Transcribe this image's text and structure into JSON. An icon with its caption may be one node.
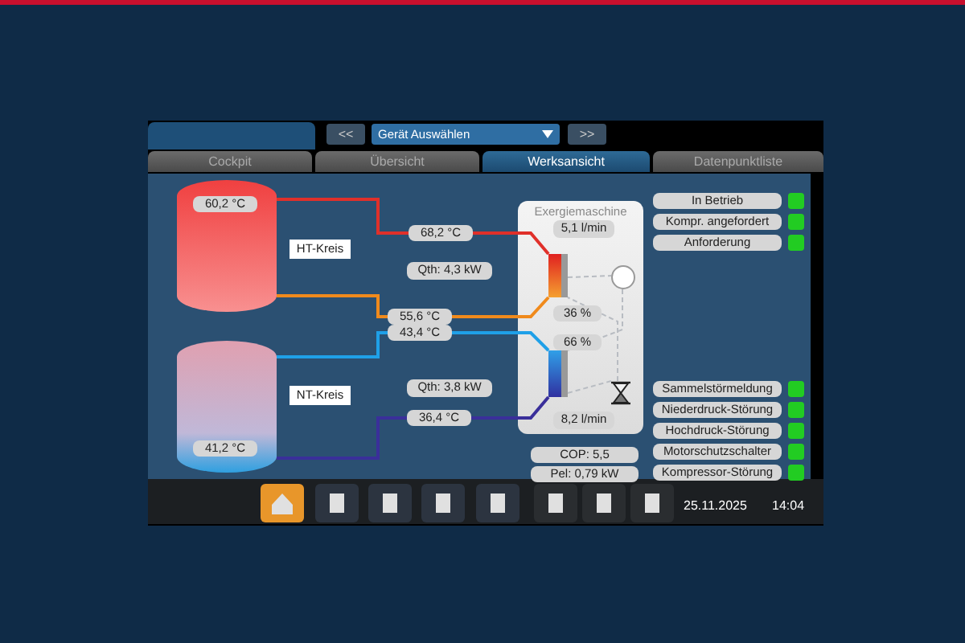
{
  "diagram": {
    "nodes": [
      {
        "text": [
          "60,2 °C"
        ]
      },
      {
        "text": [
          "41,2 °C"
        ]
      },
      {
        "text": [
          "Exergiemaschine"
        ]
      },
      {
        "text": [],
        "shape": "picture",
        "in": 2
      },
      {
        "text": [],
        "shape": "circle",
        "in": 2
      },
      {
        "text": [],
        "shape": "picture",
        "in": 2
      },
      {
        "text": [],
        "shape": "picture",
        "in": 2
      }
    ],
    "edges": [
      {
        "from": 0,
        "to": 3,
        "arrow": "none",
        "label": "68,2 °C",
        "color": "#e0302a"
      },
      {
        "from": 0,
        "to": 3,
        "arrow": "none",
        "label": "55,6 °C",
        "color": "#f08a1c"
      },
      {
        "from": 1,
        "to": 5,
        "arrow": "none",
        "label": "43,4 °C",
        "color": "#1fa0e8"
      },
      {
        "from": 1,
        "to": 5,
        "arrow": "none",
        "label": "36,4 °C",
        "color": "#3a2f9a"
      },
      {
        "from": 3,
        "to": 4,
        "arrow": "none",
        "style": "dashed",
        "color": "#b8bcc2"
      },
      {
        "from": 4,
        "to": 5,
        "arrow": "none",
        "style": "dashed",
        "color": "#b8bcc2"
      },
      {
        "from": 5,
        "to": 6,
        "arrow": "none",
        "style": "dashed",
        "color": "#b8bcc2"
      },
      {
        "from": 6,
        "to": 3,
        "arrow": "none",
        "style": "dashed",
        "color": "#b8bcc2"
      }
    ],
    "labels": [
      "<<",
      "Gerät Auswählen",
      ">>",
      "Cockpit",
      "Übersicht",
      "Werksansicht",
      "Datenpunktliste",
      "In Betrieb",
      "5,1 l/min",
      "Kompr. angefordert",
      "HT-Kreis",
      "Anforderung",
      "Qth: 4,3 kW",
      "36 %",
      "66 %",
      "NT-Kreis",
      "Qth: 3,8 kW",
      "Sammelstörmeldung",
      "8,2 l/min",
      "Niederdruck-Störung",
      "Hochdruck-Störung",
      "COP: 5,5",
      "Motorschutzschalter",
      "Pel: 0,79 kW",
      "Kompressor-Störung",
      "25.11.2025",
      "14:04"
    ]
  }
}
